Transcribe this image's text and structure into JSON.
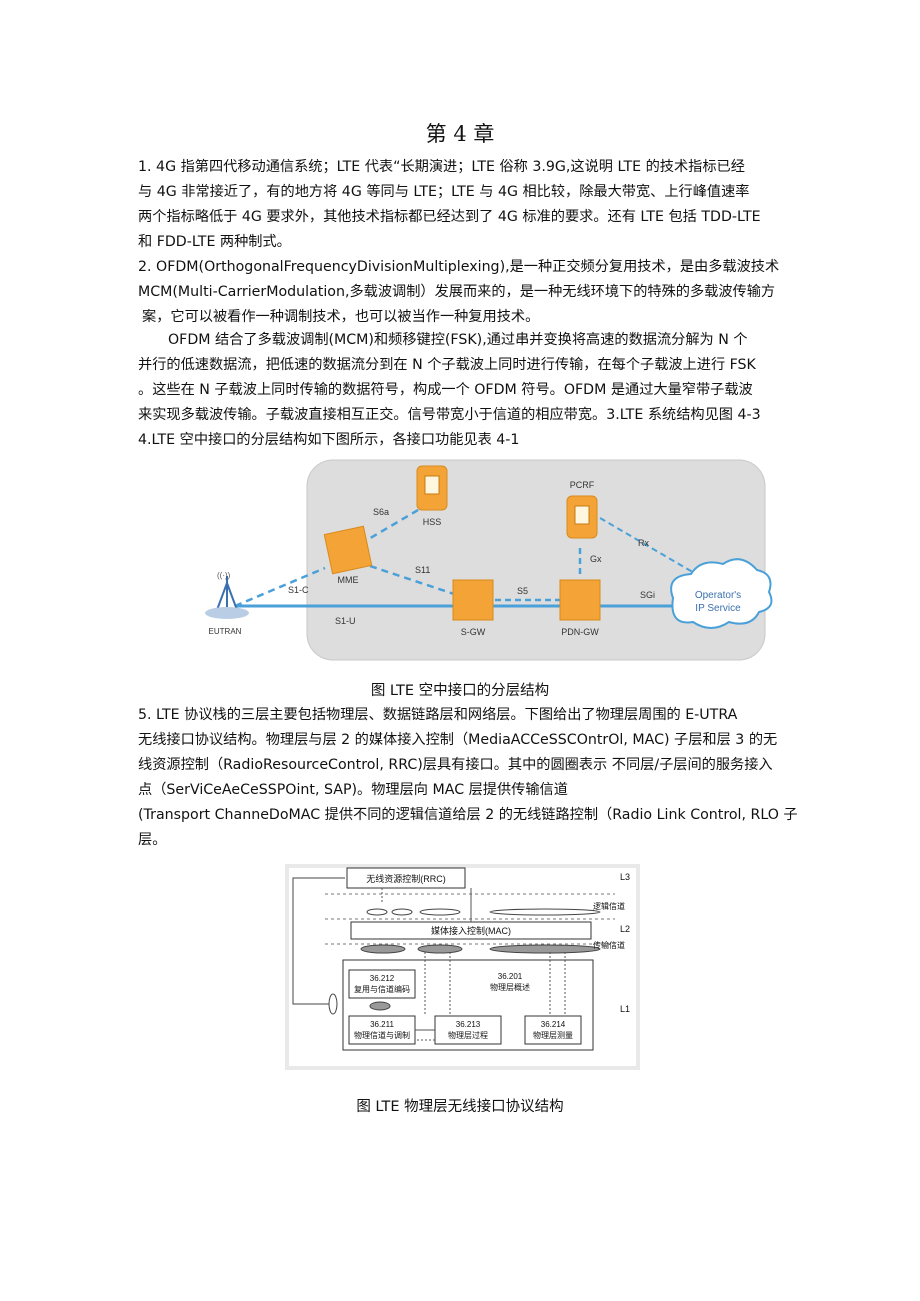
{
  "chapter_title": "第 4 章",
  "para1": [
    "1.  4G 指第四代移动通信系统；LTE 代表“长期演进；LTE 俗称 3.9G,这说明 LTE 的技术指标已经",
    "与 4G 非常接近了，有的地方将 4G 等同与 LTE；LTE 与 4G 相比较，除最大带宽、上行峰值速率",
    "两个指标略低于 4G 要求外，其他技术指标都已经达到了 4G 标准的要求。还有 LTE 包括 TDD-LTE",
    "和 FDD-LTE 两种制式。"
  ],
  "para2": [
    "2.  OFDM(OrthogonalFrequencyDivisionMultiplexing),是一种正交频分复用技术，是由多载波技术",
    "MCM(Multi-CarrierModulation,多载波调制）发展而来的，是一种无线环境下的特殊的多载波传输方",
    "案，它可以被看作一种调制技术，也可以被当作一种复用技术。"
  ],
  "para3": [
    "OFDM 结合了多载波调制(MCM)和频移键控(FSK),通过串并变换将高速的数据流分解为 N 个",
    "并行的低速数据流，把低速的数据流分到在 N 个子载波上同时进行传输，在每个子载波上进行 FSK",
    "。这些在 N 子载波上同时传输的数据符号，构成一个 OFDM 符号。OFDM 是通过大量窄带子载波",
    "来实现多载波传输。子载波直接相互正交。信号带宽小于信道的相应带宽。3.LTE 系统结构见图 4-3",
    "4.LTE 空中接口的分层结构如下图所示，各接口功能见表 4-1"
  ],
  "figure1": {
    "caption": "图 LTE 空中接口的分层结构",
    "nodes": {
      "hss": "HSS",
      "pcrf": "PCRF",
      "mme": "MME",
      "sgw": "S-GW",
      "pdngw": "PDN-GW",
      "eutran": "EUTRAN",
      "cloud_line1": "Operator's",
      "cloud_line2": "IP Service"
    },
    "interfaces": {
      "s6a": "S6a",
      "s11": "S11",
      "s1c": "S1-C",
      "s1u": "S1-U",
      "s5": "S5",
      "sgi": "SGi",
      "gx": "Gx",
      "rx": "Rx"
    }
  },
  "para5": [
    "5. LTE 协议栈的三层主要包括物理层、数据链路层和网络层。下图给出了物理层周围的  E-UTRA",
    "无线接口协议结构。物理层与层 2 的媒体接入控制（MediaACCeSSCOntrOl, MAC) 子层和层 3 的无",
    "线资源控制（RadioResourceControl, RRC)层具有接口。其中的圆圈表示 不同层/子层间的服务接入",
    "点（SerViCeAeCeSSPOint, SAP)。物理层向 MAC 层提供传输信道",
    "(Transport ChanneDoMAC 提供不同的逻辑信道给层 2 的无线链路控制（Radio Link Control, RLO 子",
    "层。"
  ],
  "figure2": {
    "caption": "图 LTE 物理层无线接口协议结构",
    "rrc": "无线资源控制(RRC)",
    "mac": "媒体接入控制(MAC)",
    "l3": "L3",
    "l2": "L2",
    "l1": "L1",
    "logical_channel": "逻辑信道",
    "transport_channel": "传输信道",
    "b212_num": "36.212",
    "b212_label": "复用与信道编码",
    "b201_num": "36.201",
    "b201_label": "物理层概述",
    "b211_num": "36.211",
    "b211_label": "物理信道与调制",
    "b213_num": "36.213",
    "b213_label": "物理层过程",
    "b214_num": "36.214",
    "b214_label": "物理层测量"
  }
}
